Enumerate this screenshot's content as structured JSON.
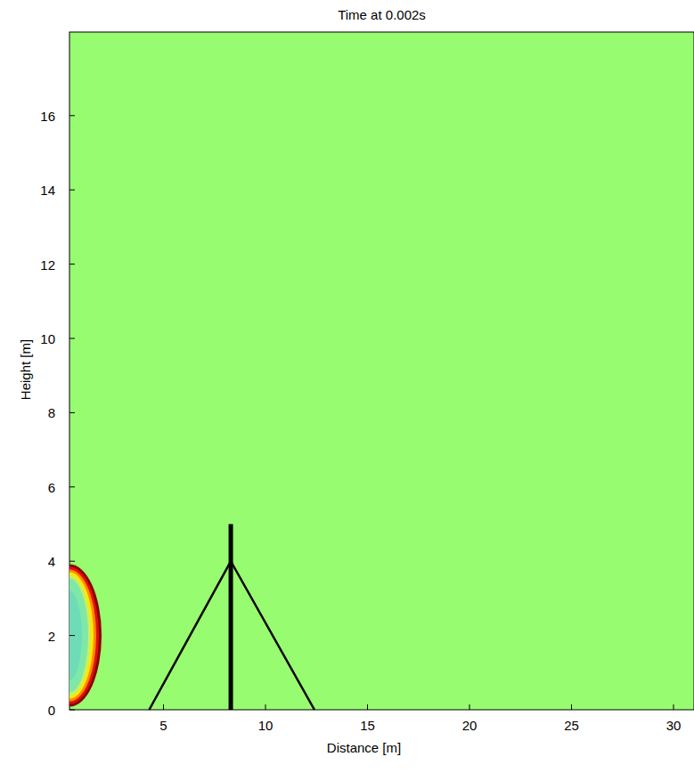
{
  "diagram": {
    "title": "Time at 0.002s",
    "labels": [
      "16",
      "14",
      "12",
      "10",
      "8",
      "6",
      "4",
      "2",
      "0",
      "5",
      "10",
      "15",
      "20",
      "25",
      "30",
      "Height [m]",
      "Distance [m]"
    ]
  }
}
